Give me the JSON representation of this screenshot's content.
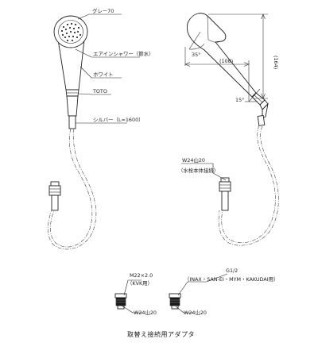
{
  "labels": {
    "grey": "グレー70",
    "aerated_shower": "エアインシャワー（節水）",
    "white": "ホワイト",
    "toto": "TOTO",
    "silver_hose": "シルバー（L=1600）",
    "thread_w24": "W24山20",
    "faucet_connection": "（水栓本体接続）",
    "dim_angle_35": "35°",
    "dim_108": "(108)",
    "dim_164": "(164)",
    "dim_angle_15": "15°",
    "m22_thread": "M22×2.0",
    "kvk": "（KVK用）",
    "adapter_w24_left": "W24山20",
    "g_half": "G1/2",
    "inax_etc": "（INAX・SAN-EI・MYM・KAKUDAI用）",
    "adapter_w24_right": "W24山20",
    "caption": "取替え接続用アダプタ"
  },
  "colors": {
    "line": "#222222",
    "background": "#ffffff"
  }
}
